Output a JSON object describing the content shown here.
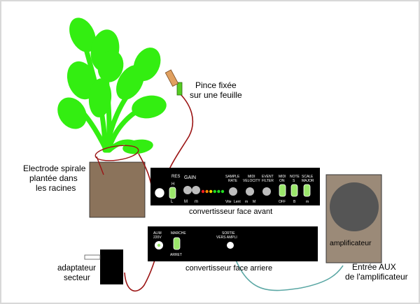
{
  "colors": {
    "frame": "#d8d8d8",
    "leaf": "#33ee11",
    "pot": "#8b735b",
    "panel": "#000000",
    "wire_red": "#9b1414",
    "wire_teal": "#5aa7a4",
    "amp_body": "#9b8a78",
    "amp_speaker": "#555555",
    "led_colors": [
      "#ff2020",
      "#ff8800",
      "#ffd800",
      "#22dd22",
      "#22dd22",
      "#22dd22"
    ]
  },
  "labels": {
    "clip": [
      "Pince fixée",
      "sur une feuille"
    ],
    "electrode": [
      "Electrode spirale",
      "plantée dans",
      "les racines"
    ],
    "front_caption": "convertisseur face avant",
    "rear_caption": "convertisseur face arriere",
    "adapter": [
      "adaptateur",
      "secteur"
    ],
    "amplifier": "amplificateur",
    "aux": [
      "Entrée AUX",
      "de l'amplificateur"
    ]
  },
  "front_panel": {
    "res": "RES",
    "res_h": "H",
    "res_l": "L",
    "gain": "GAIN",
    "gain_m_big": "M",
    "gain_m_small": "m",
    "sample_rate": [
      "SAMPLE",
      "RATE"
    ],
    "sample_rate_sub": [
      "Vite",
      "Lent"
    ],
    "midi_velocity": [
      "MIDI",
      "VELOCITY"
    ],
    "midi_velocity_sub": [
      "m",
      "M"
    ],
    "event_filter": [
      "EVENT",
      "FILTER"
    ],
    "midi_on": [
      "MIDI",
      "ON"
    ],
    "midi_off": "OFF",
    "note": [
      "NOTE",
      "S"
    ],
    "note_sub": "B",
    "scale": [
      "SCALE",
      "MAJOR"
    ],
    "scale_sub": "m"
  },
  "rear_panel": {
    "alim": [
      "ALIM",
      "220V"
    ],
    "marche": "MARCHE",
    "arret": "ARRET",
    "sortie": [
      "SORTIE",
      "VERS AMPLI"
    ]
  }
}
